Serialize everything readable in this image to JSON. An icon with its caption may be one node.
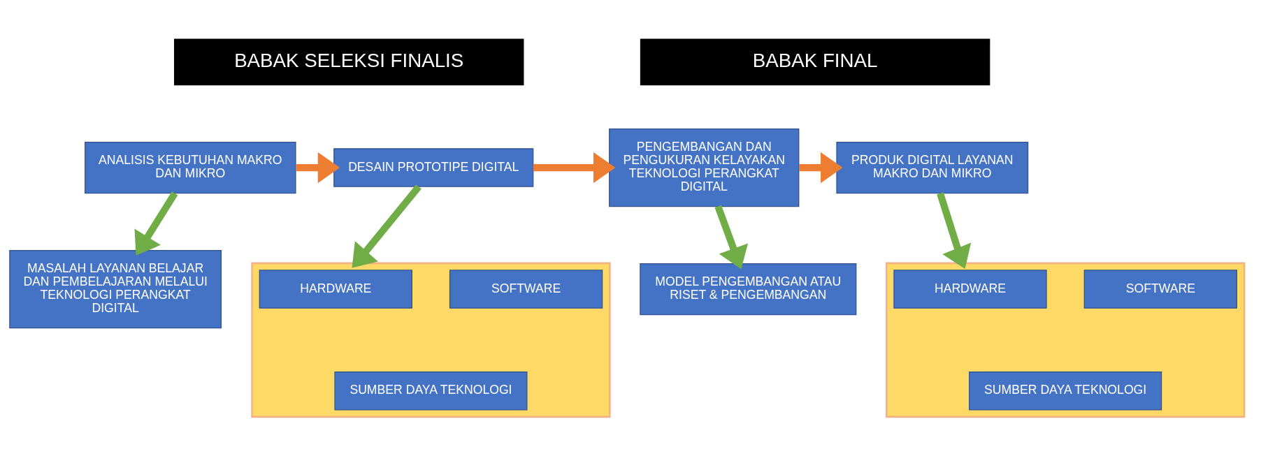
{
  "diagram": {
    "nodes": [
      {
        "text": [
          "BABAK SELEKSI FINALIS"
        ]
      },
      {
        "text": [
          "BABAK FINAL"
        ]
      },
      {
        "text": [
          "ANALISIS KEBUTUHAN MAKRO DAN MIKRO"
        ]
      },
      {
        "text": [
          "DESAIN PROTOTIPE DIGITAL"
        ]
      },
      {
        "text": [
          "PENGEMBANGAN DAN PENGUKURAN KELAYAKAN TEKNOLOGI PERANGKAT DIGITAL"
        ]
      },
      {
        "text": [
          "PRODUK DIGITAL LAYANAN MAKRO DAN MIKRO"
        ]
      },
      {
        "text": [
          "MASALAH LAYANAN BELAJAR DAN PEMBELAJARAN MELALUI TEKNOLOGI PERANGKAT DIGITAL"
        ]
      },
      {
        "text": [],
        "shape": "box"
      },
      {
        "text": [
          "HARDWARE"
        ],
        "in": 7
      },
      {
        "text": [
          "SOFTWARE"
        ],
        "in": 7
      },
      {
        "text": [
          "SUMBER DAYA TEKNOLOGI"
        ],
        "in": 7
      },
      {
        "text": [
          "MODEL PENGEMBANGAN ATAU RISET & PENGEMBANGAN"
        ]
      },
      {
        "text": [],
        "shape": "box"
      },
      {
        "text": [
          "HARDWARE"
        ],
        "in": 12
      },
      {
        "text": [
          "SOFTWARE"
        ],
        "in": 12
      },
      {
        "text": [
          "SUMBER DAYA TEKNOLOGI"
        ],
        "in": 12
      }
    ],
    "edges": [
      {
        "from": 2,
        "to": 3,
        "arrow": "to",
        "color": "#ed7d31"
      },
      {
        "from": 3,
        "to": 4,
        "arrow": "to",
        "color": "#ed7d31"
      },
      {
        "from": 4,
        "to": 5,
        "arrow": "to",
        "color": "#ed7d31"
      },
      {
        "from": 2,
        "to": 6,
        "arrow": "to"
      },
      {
        "from": 3,
        "to": 7,
        "arrow": "to"
      },
      {
        "from": 4,
        "to": 11,
        "arrow": "to"
      },
      {
        "from": 5,
        "to": 12,
        "arrow": "to"
      }
    ]
  }
}
